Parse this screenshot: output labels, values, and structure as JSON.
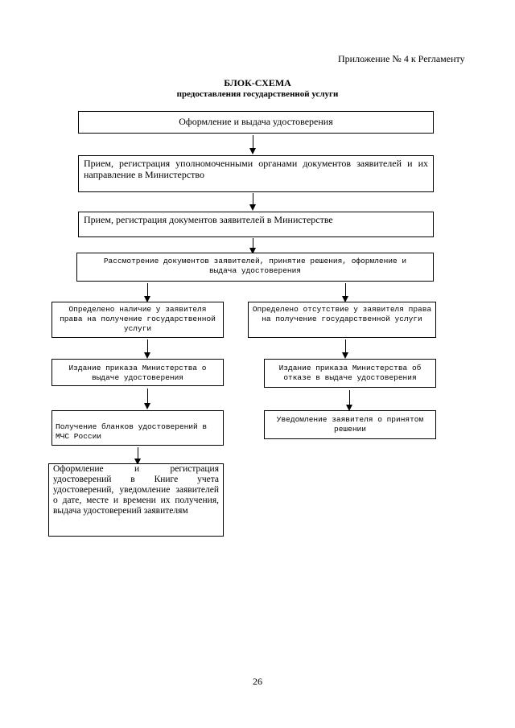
{
  "header": {
    "appendix": "Приложение № 4 к  Регламенту",
    "title": "БЛОК-СХЕМА",
    "subtitle": "предоставления государственной услуги"
  },
  "steps": {
    "step1": "Оформление и выдача удостоверения",
    "step2": "Прием, регистрация уполномоченными органами документов заявителей и их направление в Министерство",
    "step3": "Прием, регистрация документов заявителей  в Министерстве",
    "step4": "Рассмотрение документов заявителей, принятие решения, оформление и выдача  удостоверения"
  },
  "left_branch": {
    "condition": "Определено наличие у заявителя права на получение государственной услуги",
    "order": "Издание приказа Министерства о выдаче удостоверения",
    "blanks": "Получение бланков удостоверений в МЧС России",
    "final": "Оформление и регистрация удостоверений в Книге учета удостоверений, уведомление заявителей о дате, месте и времени их получения, выдача удостоверений заявителям"
  },
  "right_branch": {
    "condition": "Определено отсутствие у заявителя права на получение государственной услуги",
    "order": "Издание приказа Министерства об отказе в выдаче удостоверения",
    "notify": "Уведомление заявителя о принятом решении"
  },
  "footer": {
    "page_number": "26"
  }
}
